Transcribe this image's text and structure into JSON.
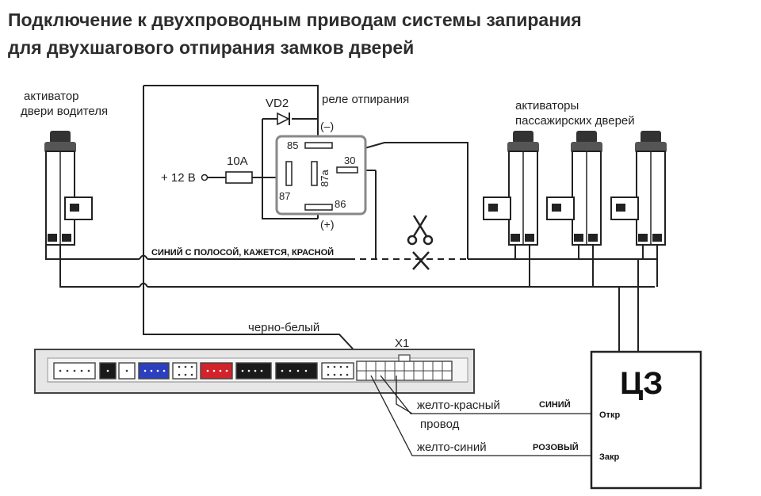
{
  "title": {
    "line1": "Подключение к двухпроводным приводам системы запирания",
    "line2": "для двухшагового отпирания замков дверей"
  },
  "labels": {
    "driver_actuator_1": "активатор",
    "driver_actuator_2": "двери водителя",
    "passenger_actuators_1": "активаторы",
    "passenger_actuators_2": "пассажирских дверей",
    "diode": "VD2",
    "relay": "реле отпирания",
    "minus": "(–)",
    "plus": "(+)",
    "supply": "+ 12 В",
    "fuse": "10А",
    "pin85": "85",
    "pin87": "87",
    "pin87a": "87а",
    "pin30": "30",
    "pin86": "86",
    "wire_note": "СИНИЙ С ПОЛОСОЙ, КАЖЕТСЯ, КРАСНОЙ",
    "black_white": "черно-белый",
    "connector": "X1",
    "yellow_red_1": "желто-красный",
    "yellow_red_2": "провод",
    "yellow_blue": "желто-синий",
    "blue": "СИНИЙ",
    "pink": "РОЗОВЫЙ",
    "cz": "ЦЗ",
    "open": "Откр",
    "close": "Закр"
  },
  "colors": {
    "line": "#222222",
    "relay_border": "#888888",
    "connector_blue": "#2b3fbf",
    "connector_red": "#d2232a",
    "connector_black": "#1a1a1a"
  }
}
